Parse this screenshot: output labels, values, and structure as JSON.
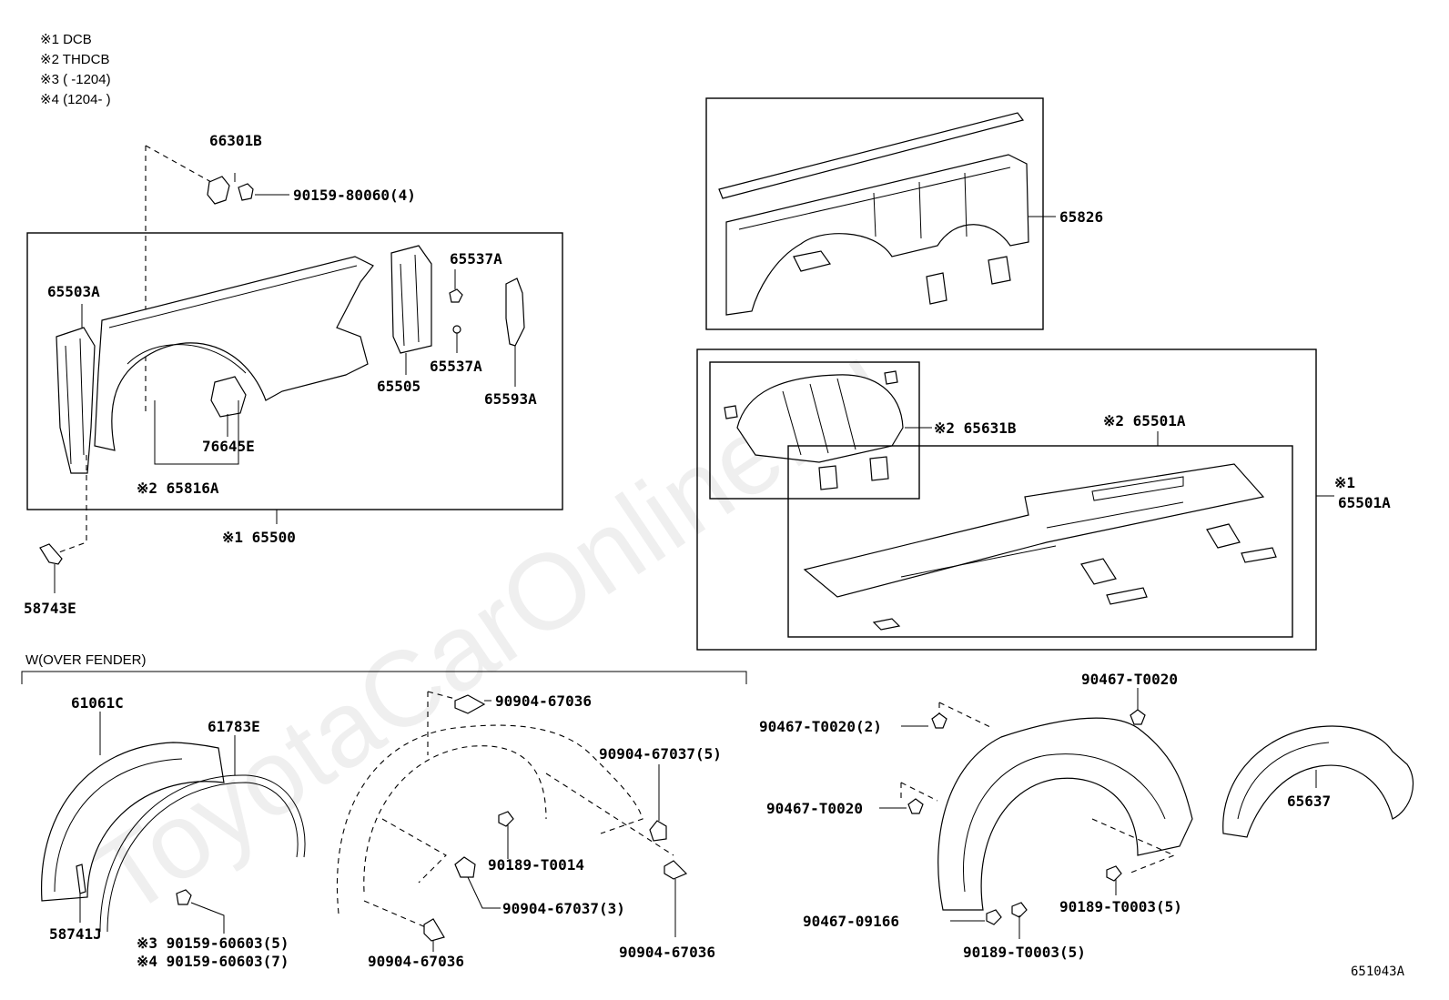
{
  "notes": [
    "※1 DCB",
    "※2 THDCB",
    "※3 (      -1204)",
    "※4 (1204-      )"
  ],
  "section_title": "W(OVER FENDER)",
  "diagram_code": "651043A",
  "watermark": "ToyotaCarOnline.ru",
  "labels": {
    "l66301B": "66301B",
    "l90159_80060": "90159-80060(4)",
    "l65503A": "65503A",
    "l65537A_1": "65537A",
    "l65537A_2": "65537A",
    "l65505": "65505",
    "l65593A": "65593A",
    "l76645E": "76645E",
    "l65816A": "※2 65816A",
    "l65500": "※1 65500",
    "l58743E": "58743E",
    "l65826": "65826",
    "l65631B": "※2 65631B",
    "l65501A_top": "※2 65501A",
    "l65501A_note": "※1",
    "l65501A_side": "65501A",
    "l61061C": "61061C",
    "l61783E": "61783E",
    "l58741J": "58741J",
    "l90159_60603_5": "※3 90159-60603(5)",
    "l90159_60603_7": "※4 90159-60603(7)",
    "l90904_67036_a": "90904-67036",
    "l90904_67037_5": "90904-67037(5)",
    "l90189_T0014": "90189-T0014",
    "l90904_67037_3": "90904-67037(3)",
    "l90904_67036_b": "90904-67036",
    "l90904_67036_c": "90904-67036",
    "l90467_T0020_2": "90467-T0020(2)",
    "l90467_T0020_a": "90467-T0020",
    "l90467_T0020_b": "90467-T0020",
    "l65637": "65637",
    "l90189_T0003_a": "90189-T0003(5)",
    "l90467_09166": "90467-09166",
    "l90189_T0003_b": "90189-T0003(5)"
  }
}
